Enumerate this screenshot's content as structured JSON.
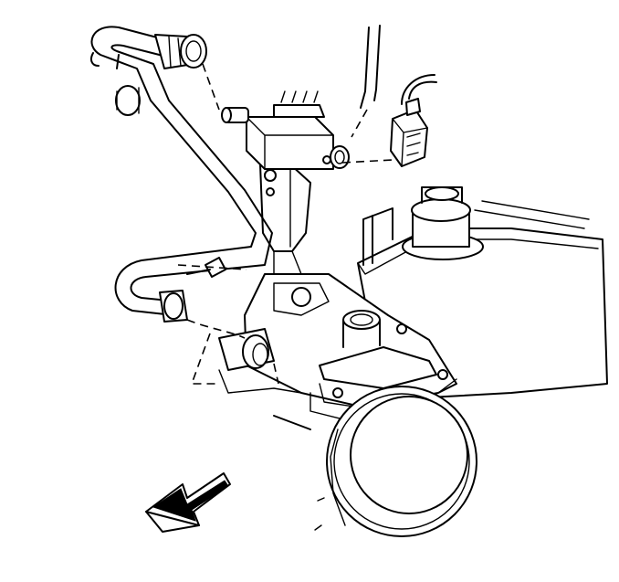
{
  "diagram": {
    "components": [
      "vacuum-hose-assembly",
      "purge-solenoid-valve",
      "electrical-connector",
      "mounting-bracket",
      "throttle-body",
      "air-intake-inlet",
      "intake-manifold-plenum",
      "front-direction-arrow"
    ]
  }
}
